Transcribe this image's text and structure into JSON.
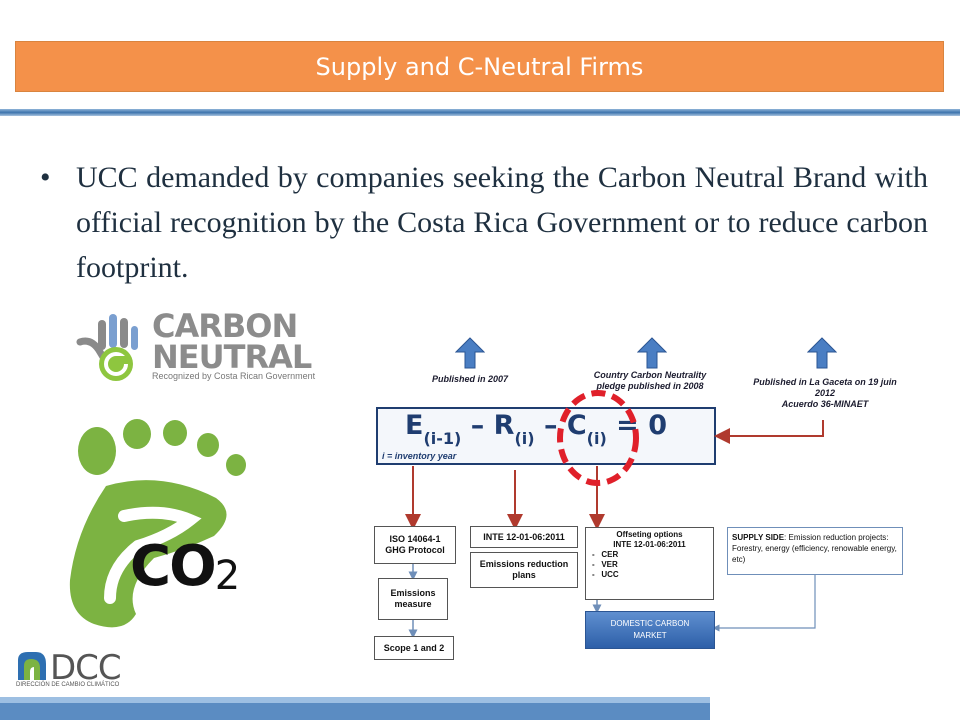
{
  "slide": {
    "title": "Supply and C-Neutral Firms",
    "bullet": "UCC demanded by companies seeking the Carbon Neutral Brand with official recognition by the Costa Rica Government or to reduce carbon footprint."
  },
  "logos": {
    "carbon_neutral": {
      "line1": "CARBON",
      "line2": "NEUTRAL",
      "tagline": "Recognized by Costa Rican Government"
    },
    "co2": {
      "co": "CO",
      "two": "2"
    },
    "dcc": {
      "name": "DCC",
      "tagline": "DIRECCIÓN DE CAMBIO CLIMÁTICO"
    }
  },
  "diagram": {
    "pub_2007": "Published in 2007",
    "pub_2008_l1": "Country Carbon Neutrality",
    "pub_2008_l2": "pledge published in 2008",
    "pub_gaceta_l1": "Published in La Gaceta on 19 juin",
    "pub_gaceta_l2": "2012",
    "pub_gaceta_l3": "Acuerdo 36-MINAET",
    "eq_E": "E",
    "eq_i1": "(i-1)",
    "eq_minus1": " – R",
    "eq_i2": "(i)",
    "eq_minus2": " – C",
    "eq_i3": "(i)",
    "eq_zero": " = 0",
    "eq_note": "i = inventory year",
    "iso_l1": "ISO 14064-1",
    "iso_l2": "GHG Protocol",
    "inte": "INTE 12-01-06:2011",
    "emis_red_l1": "Emissions reduction",
    "emis_red_l2": "plans",
    "emis_meas_l1": "Emissions",
    "emis_meas_l2": "measure",
    "scope": "Scope 1 and 2",
    "offset_title": "Offseting options",
    "offset_sub": "INTE 12-01-06:2011",
    "offset_items": [
      "CER",
      "VER",
      "UCC"
    ],
    "supply_bold": "SUPPLY SIDE",
    "supply_rest": ": Emission reduction projects: Forestry, energy (efficiency, renowable energy, etc)",
    "domestic_l1": "DOMESTIC CARBON",
    "domestic_l2": "MARKET"
  },
  "colors": {
    "title_bar": "#f4914a",
    "accent_blue": "#3d74ad",
    "diagram_arrow_red": "#b03a2e",
    "highlight_dash": "#e0202a",
    "footprint_green": "#7cb342"
  }
}
